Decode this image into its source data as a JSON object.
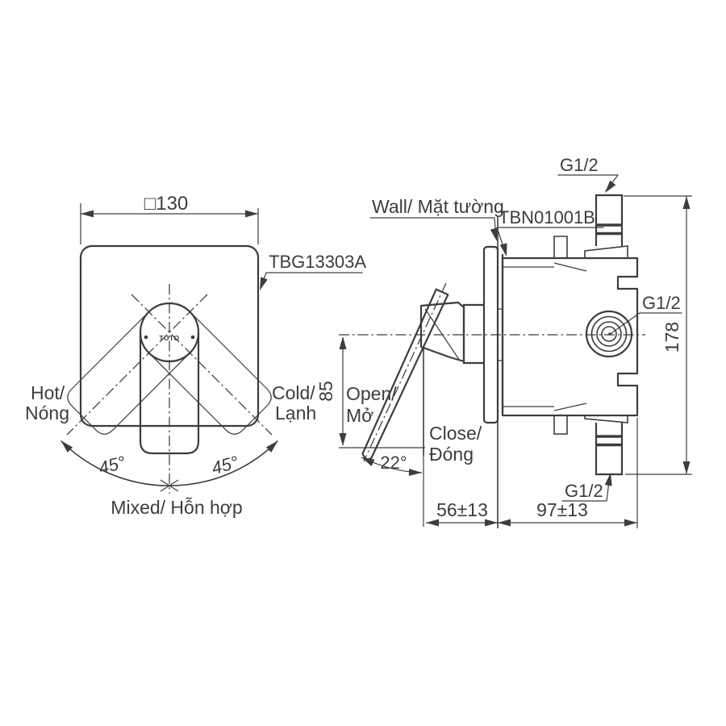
{
  "colors": {
    "line": "#3d3d3d",
    "background": "#ffffff"
  },
  "front_view": {
    "width_dim": "□130",
    "model": "TBG13303A",
    "logo": "TOTO",
    "hot1": "Hot/",
    "hot2": "Nóng",
    "cold1": "Cold/",
    "cold2": "Lạnh",
    "angle_left": "45°",
    "angle_right": "45°",
    "mixed": "Mixed/ Hỗn hợp"
  },
  "side_view": {
    "wall": "Wall/ Mặt tường",
    "model": "TBN01001B",
    "g12_top": "G1/2",
    "g12_middle": "G1/2",
    "g12_bottom": "G1/2",
    "height_dim": "178",
    "handle_dim": "85",
    "open1": "Open/",
    "open2": "Mở",
    "close1": "Close/",
    "close2": "Đóng",
    "open_angle": "22°",
    "depth_out_dim": "56±13",
    "depth_in_dim": "97±13"
  }
}
